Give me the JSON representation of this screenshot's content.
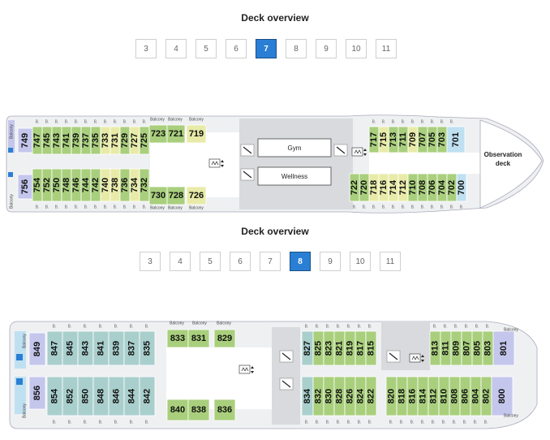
{
  "deck7": {
    "title": "Deck overview",
    "decks": [
      "3",
      "4",
      "5",
      "6",
      "7",
      "8",
      "9",
      "10",
      "11"
    ],
    "active": "7",
    "cabins": {
      "aft_top": [
        "747",
        "745",
        "743",
        "741",
        "739",
        "737",
        "735",
        "733",
        "731",
        "729",
        "727",
        "725"
      ],
      "aft_bottom": [
        "754",
        "752",
        "750",
        "748",
        "746",
        "744",
        "742",
        "740",
        "738",
        "736",
        "734",
        "732"
      ],
      "aft_end_top": "749",
      "aft_end_bottom": "756",
      "mid_top": [
        "723",
        "721",
        "719"
      ],
      "mid_bottom": [
        "730",
        "728",
        "726"
      ],
      "fwd_top": [
        "717",
        "715",
        "713",
        "711",
        "709",
        "707",
        "705",
        "703",
        "701"
      ],
      "fwd_bottom": [
        "722",
        "720",
        "718",
        "716",
        "714",
        "712",
        "710",
        "708",
        "706",
        "704",
        "702",
        "700"
      ],
      "bow_label": [
        "Observation",
        "deck"
      ]
    },
    "rooms": {
      "gym": "Gym",
      "wellness": "Wellness"
    },
    "balcony_label": "Balcony",
    "b_label": "B.",
    "elevator_icon": "elevator-icon"
  },
  "deck8": {
    "title": "Deck overview",
    "decks": [
      "3",
      "4",
      "5",
      "6",
      "7",
      "8",
      "9",
      "10",
      "11"
    ],
    "active": "8",
    "cabins": {
      "aft_top": [
        "847",
        "845",
        "843",
        "841",
        "839",
        "837",
        "835"
      ],
      "aft_bottom": [
        "854",
        "852",
        "850",
        "848",
        "846",
        "844",
        "842"
      ],
      "aft_end_top": "849",
      "aft_end_bottom": "856",
      "mid_top": [
        "833",
        "831",
        "829"
      ],
      "mid_bottom": [
        "840",
        "838",
        "836"
      ],
      "fwd_top": [
        "827",
        "825",
        "823",
        "821",
        "819",
        "817",
        "815"
      ],
      "fwd_bottom": [
        "834",
        "832",
        "830",
        "828",
        "826",
        "824",
        "822"
      ],
      "bow_top": [
        "813",
        "811",
        "809",
        "807",
        "805",
        "803",
        "801"
      ],
      "bow_bottom": [
        "820",
        "818",
        "816",
        "814",
        "812",
        "810",
        "808",
        "806",
        "804",
        "802",
        "800"
      ]
    },
    "balcony_label": "Balcony",
    "b_label": "B."
  },
  "colors": {
    "green": "#a9cf7d",
    "lightgreen": "#cfe3a7",
    "yellow": "#e8eba8",
    "teal": "#a9cfcd",
    "lavender": "#c4c6ec",
    "blue": "#bfe0f1",
    "active": "#2a7fd4"
  }
}
